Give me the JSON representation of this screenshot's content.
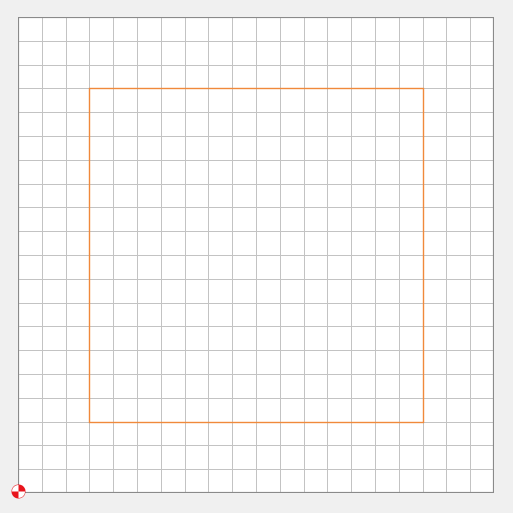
{
  "canvas": {
    "grid_divisions": 20,
    "colors": {
      "background": "#ffffff",
      "grid_line": "#c3c3c3",
      "border": "#8a8a8a",
      "shape_stroke": "#f0893b",
      "origin_marker_fill": "#e8141c",
      "origin_marker_alt": "#ffffff"
    }
  },
  "rectangle": {
    "x_min": 3,
    "y_min": 3,
    "x_max": 17,
    "y_max": 17
  },
  "origin_marker": {
    "icon": "origin-pin-icon"
  }
}
